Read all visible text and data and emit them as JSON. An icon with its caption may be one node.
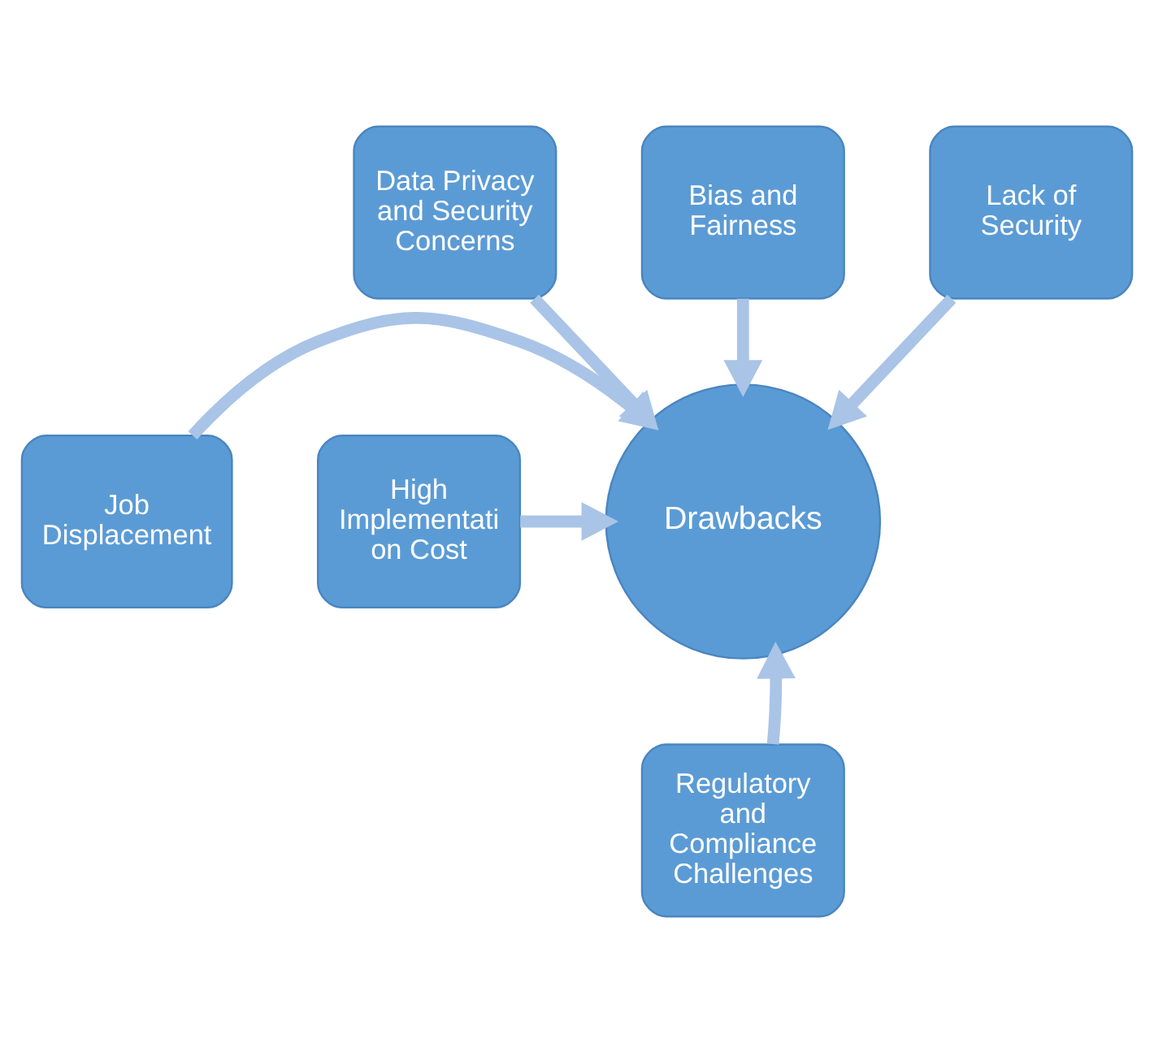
{
  "diagram": {
    "nodes": [
      {
        "text": [
          "Data Privacy and Security Concerns"
        ]
      },
      {
        "text": [
          "Bias and Fairness"
        ]
      },
      {
        "text": [
          "Lack of Security"
        ]
      },
      {
        "text": [
          "Drawbacks"
        ]
      },
      {
        "text": [
          "Job Displacement"
        ]
      },
      {
        "text": [
          "High Implementati on Cost"
        ]
      },
      {
        "text": [
          "Regulatory and Compliance Challenges"
        ]
      }
    ],
    "edges": [
      {
        "from": 1,
        "to": 3,
        "arrow": "to"
      },
      {
        "from": 0,
        "to": 3,
        "arrow": "to"
      },
      {
        "from": 2,
        "to": 3,
        "arrow": "to"
      },
      {
        "from": 4,
        "to": 3,
        "arrow": "to"
      },
      {
        "from": 5,
        "to": 3,
        "arrow": "to"
      },
      {
        "from": 6,
        "to": 3,
        "arrow": "to"
      }
    ]
  }
}
